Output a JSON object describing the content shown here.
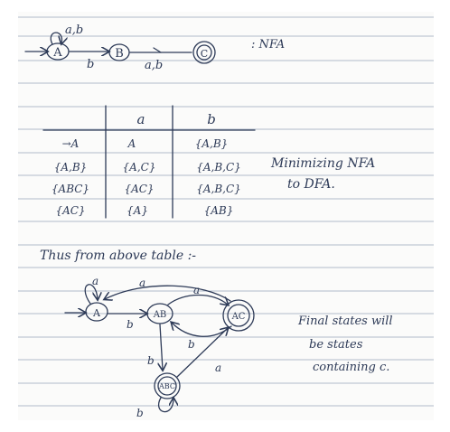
{
  "diagram_top": {
    "state_a": "A",
    "state_b": "B",
    "state_c": "C",
    "self_loop_label": "a,b",
    "edge_ab_label": "b",
    "edge_bc_label": "a,b",
    "caption": ": NFA"
  },
  "table": {
    "header": [
      "",
      "a",
      "b"
    ],
    "rows": [
      [
        "→A",
        "A",
        "{A,B}"
      ],
      [
        "{A,B}",
        "{A,C}",
        "{A,B,C}"
      ],
      [
        "{ABC}",
        "{AC}",
        "{A,B,C}"
      ],
      [
        "{AC}",
        "{A}",
        "{AB}"
      ]
    ]
  },
  "side_note": {
    "line1": "Minimizing NFA",
    "line2": "to DFA."
  },
  "intro": "Thus from above table :-",
  "diagram_dfa": {
    "state_a": "A",
    "state_ab": "AB",
    "state_ac": "AC",
    "state_abc": "ABC",
    "label_a_self": "a",
    "label_ac_to_a": "a",
    "label_ab_to_ac": "a",
    "label_a_to_ab": "b",
    "label_ac_to_ab": "b",
    "label_ab_to_abc": "b",
    "label_abc_to_ac": "a",
    "label_abc_self": "b"
  },
  "final_note": {
    "line1": "Final states will",
    "line2": "be states",
    "line3": "containing c."
  }
}
